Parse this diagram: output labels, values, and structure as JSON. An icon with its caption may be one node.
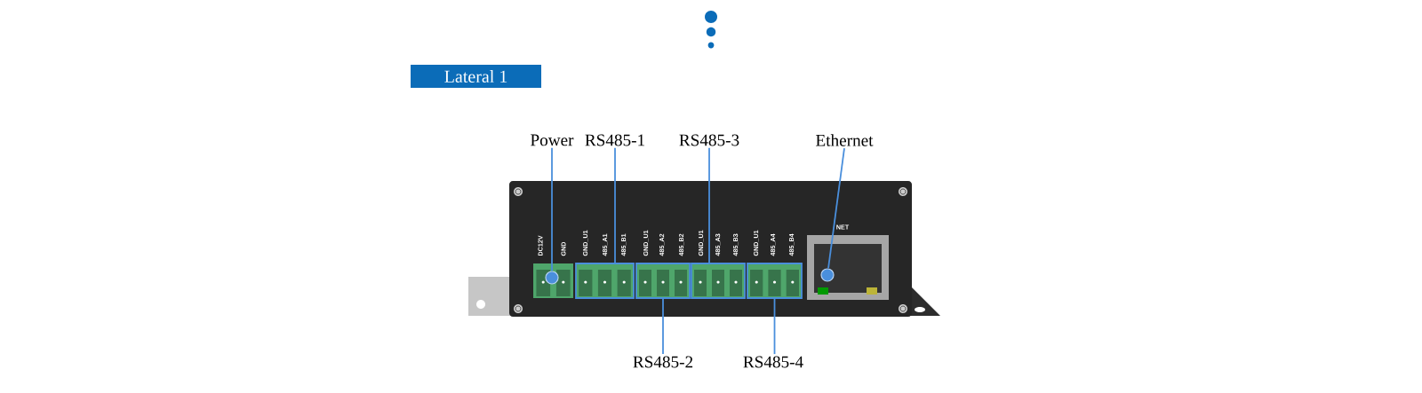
{
  "diagram": {
    "title": "Lateral 1",
    "nodes": [
      {
        "text": [
          "Power"
        ]
      },
      {
        "text": [
          "RS485-1"
        ]
      },
      {
        "text": [
          "RS485-3"
        ]
      },
      {
        "text": [
          "Ethernet"
        ]
      },
      {
        "text": [
          "RS485-2"
        ]
      },
      {
        "text": [
          "RS485-4"
        ]
      },
      {
        "text": [],
        "shape": "circle"
      },
      {
        "text": [],
        "shape": "box"
      },
      {
        "text": [],
        "shape": "box"
      },
      {
        "text": [],
        "shape": "box"
      },
      {
        "text": [],
        "shape": "box"
      },
      {
        "text": [],
        "shape": "circle"
      }
    ],
    "edges": [
      {
        "from": 0,
        "to": 6,
        "arrow": "none"
      },
      {
        "from": 1,
        "to": 7,
        "arrow": "none"
      },
      {
        "from": 2,
        "to": 9,
        "arrow": "none"
      },
      {
        "from": 3,
        "to": 11,
        "arrow": "none"
      },
      {
        "from": 4,
        "to": 8,
        "arrow": "none"
      },
      {
        "from": 5,
        "to": 10,
        "arrow": "none"
      }
    ],
    "labels": [
      "NET",
      "DC12V",
      "GND",
      "GND_U1",
      "485_A1",
      "485_B1",
      "GND_U1",
      "485_A2",
      "485_B2",
      "GND_U1",
      "485_A3",
      "485_B3",
      "GND_U1",
      "485_A4",
      "485_B4"
    ]
  }
}
